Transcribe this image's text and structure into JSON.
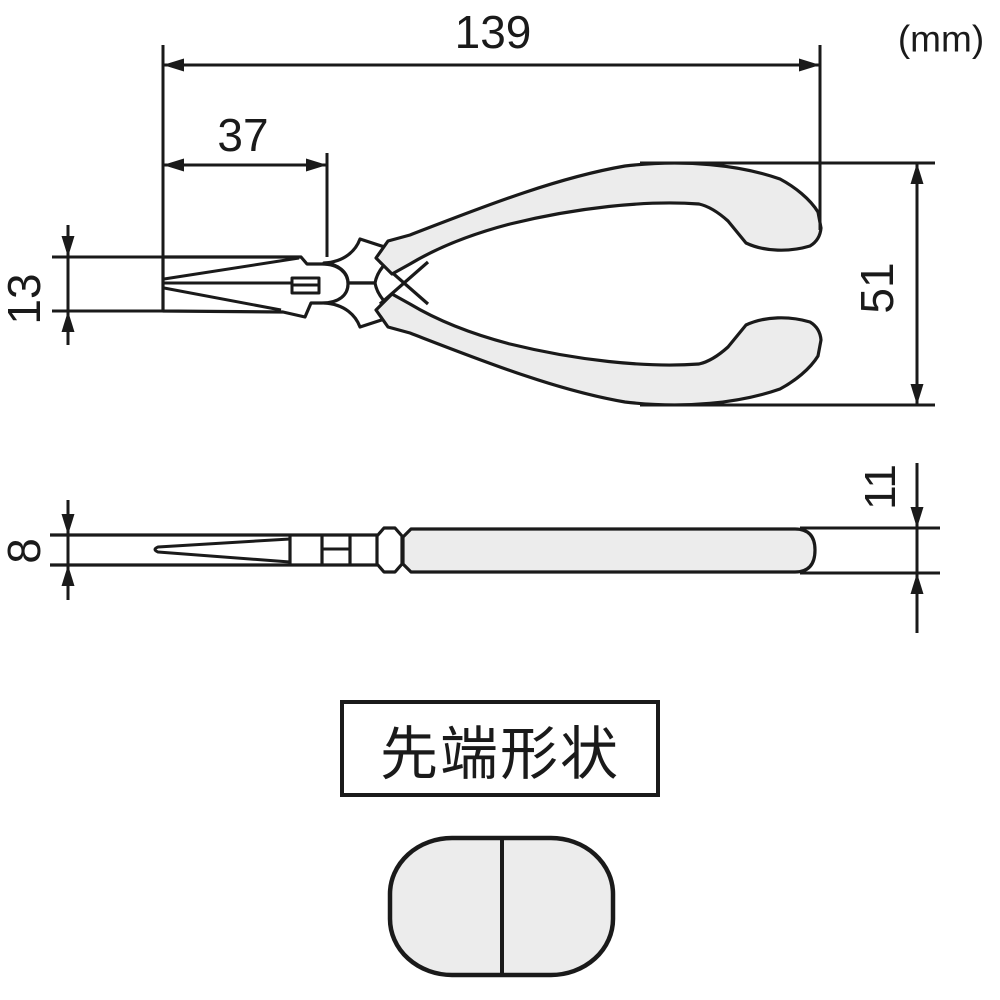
{
  "diagram": {
    "type": "dimensional drawing of long (needle) nose pliers, top view and side view",
    "unit_label": "(mm)",
    "dimensions": {
      "overall_length": "139",
      "jaw_length": "37",
      "jaw_height_at_tip": "13",
      "handle_open_width": "51",
      "nose_side_thickness": "8",
      "handle_side_thickness": "11"
    },
    "tip_shape": {
      "label": "先端形状"
    },
    "colors": {
      "line": "#1a1a1a",
      "handle_fill": "#ececec",
      "background": "#ffffff"
    }
  }
}
